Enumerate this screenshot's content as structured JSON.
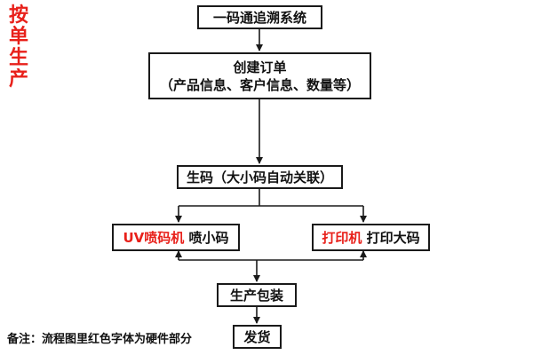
{
  "side_title": "按单生产",
  "nodes": {
    "system": "一码通追溯系统",
    "create_order_line1": "创建订单",
    "create_order_line2": "（产品信息、客户信息、数量等）",
    "generate_code": "生码（大小码自动关联）",
    "uv_machine_red": "UV喷码机",
    "uv_machine_text": " 喷小码",
    "printer_red": "打印机",
    "printer_text": " 打印大码",
    "packaging": "生产包装",
    "shipping": "发货"
  },
  "note": "备注：流程图里红色字体为硬件部分",
  "colors": {
    "accent_red": "#e8201a",
    "line": "#1a1a1a"
  }
}
